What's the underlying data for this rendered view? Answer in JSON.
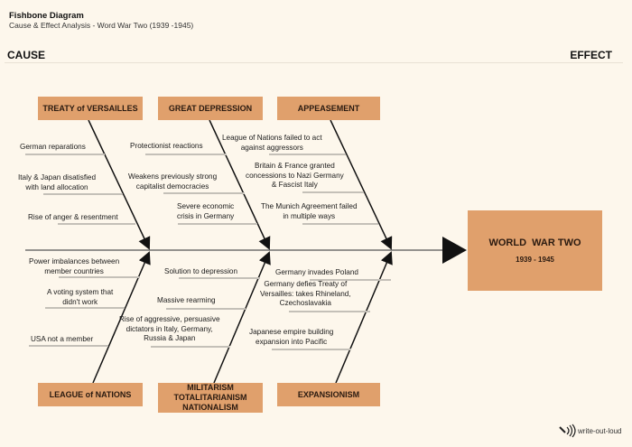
{
  "header": {
    "title": "Fishbone Diagram",
    "subtitle": "Cause & Effect Analysis - Word War Two (1939 -1945)"
  },
  "labels": {
    "cause": "CAUSE",
    "effect": "EFFECT"
  },
  "effect": {
    "title": "WORLD  WAR TWO",
    "years": "1939 - 1945"
  },
  "categories": {
    "top": [
      {
        "label": "TREATY of VERSAILLES",
        "causes": [
          "German reparations",
          "Italy & Japan disatisfied\nwith land allocation",
          "Rise of anger & resentment"
        ]
      },
      {
        "label": "GREAT DEPRESSION",
        "causes": [
          "Protectionist reactions",
          "Weakens previously strong\ncapitalist democracies",
          "Severe economic\ncrisis in Germany"
        ]
      },
      {
        "label": "APPEASEMENT",
        "causes": [
          "League of Nations failed to act\nagainst aggressors",
          "Britain & France granted\nconcessions to Nazi Germany\n& Fascist Italy",
          "The Munich Agreement failed\nin multiple ways"
        ]
      }
    ],
    "bottom": [
      {
        "label": "LEAGUE of NATIONS",
        "causes": [
          "Power imbalances between\nmember countries",
          "A voting system that\ndidn't work",
          "USA not a member"
        ]
      },
      {
        "label": "MILITARISM\nTOTALITARIANISM\nNATIONALISM",
        "causes": [
          "Solution to depression",
          "Massive rearming",
          "Rise of aggressive, persuasive\ndictators in Italy, Germany,\nRussia & Japan"
        ]
      },
      {
        "label": "EXPANSIONISM",
        "causes": [
          "Germany invades Poland",
          "Germany defies Treaty of\nVersailles: takes Rhineland,\nCzechoslavakia",
          "Japanese empire building\nexpansion into Pacific"
        ]
      }
    ]
  },
  "brand": {
    "logo_text": "write-out-loud"
  },
  "colors": {
    "category_fill": "#e0a06c",
    "background": "#fdf7ec",
    "line": "#111111"
  }
}
